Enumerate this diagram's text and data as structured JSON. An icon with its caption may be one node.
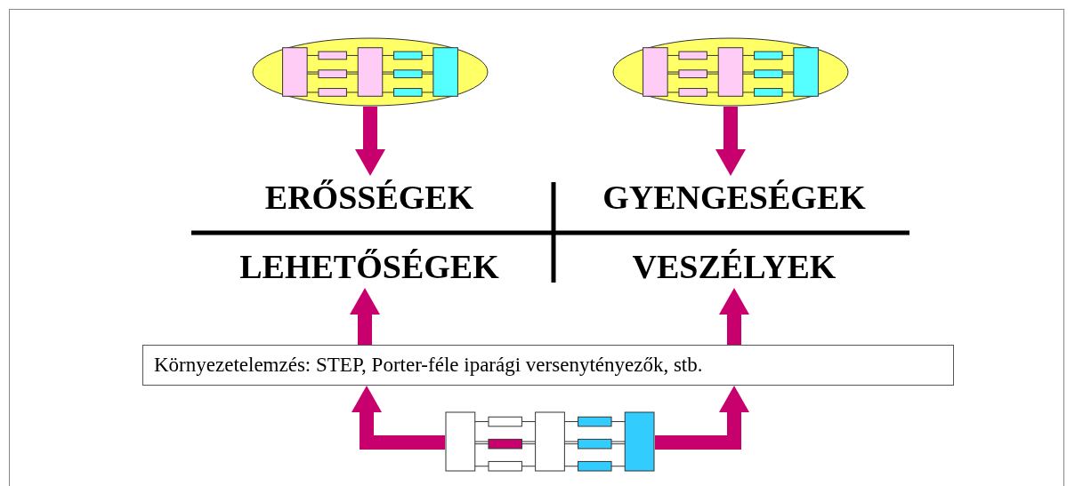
{
  "diagram": {
    "nodes": [
      {
        "text": [],
        "shape": "picture"
      },
      {
        "text": [],
        "shape": "picture"
      },
      {
        "text": [
          "ERŐSSÉGEK"
        ]
      },
      {
        "text": [
          "GYENGESÉGEK"
        ]
      },
      {
        "text": [
          "LEHETŐSÉGEK"
        ]
      },
      {
        "text": [
          "VESZÉLYEK"
        ]
      },
      {
        "text": [
          "Környezetelemzés: STEP, Porter-féle iparági versenytényezők, stb."
        ]
      },
      {
        "text": [],
        "shape": "picture"
      }
    ],
    "edges": [
      {
        "from": 0,
        "to": 2,
        "arrow": "to"
      },
      {
        "from": 1,
        "to": 3,
        "arrow": "to"
      },
      {
        "from": 6,
        "to": 4,
        "arrow": "to"
      },
      {
        "from": 6,
        "to": 5,
        "arrow": "to"
      },
      {
        "from": 7,
        "to": 6,
        "arrow": "to"
      },
      {
        "from": 7,
        "to": 6,
        "arrow": "to"
      }
    ]
  }
}
